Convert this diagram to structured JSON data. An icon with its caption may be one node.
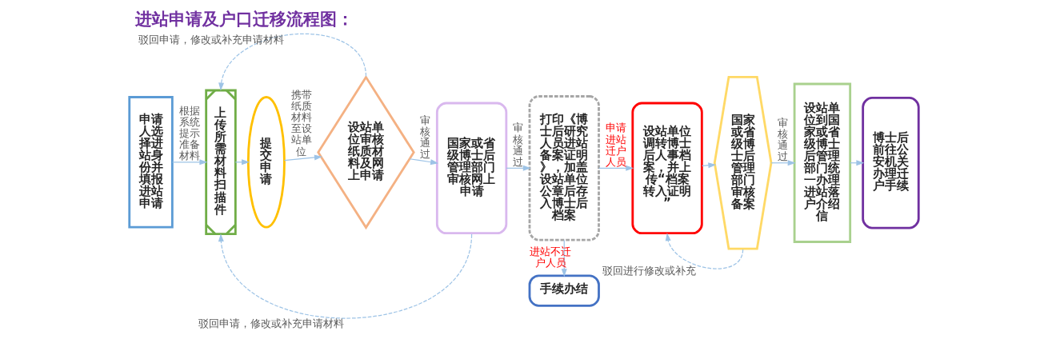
{
  "diagram": {
    "title": "进站申请及户口迁移流程图：",
    "nodes": [
      {
        "text": [
          "申请人选择进站身份并填报进站申请"
        ]
      },
      {
        "text": [
          "上传所需材料扫描件"
        ]
      },
      {
        "text": [
          "提交申请"
        ]
      },
      {
        "text": [
          "设站单位审核纸质材料及网上申请"
        ]
      },
      {
        "text": [
          "国家或省级博士后管理部门审核网上申请"
        ]
      },
      {
        "text": [
          "打印《博士后研究人员进站备案证明》，加盖设站单位公章后存入博士后档案"
        ]
      },
      {
        "text": [
          "设站单位调转博士后人事档案，并上传“档案转入证明”"
        ]
      },
      {
        "text": [
          "国家或省级博士后管理部门审核备案"
        ]
      },
      {
        "text": [
          "设站单位到国家或省级博士后管理部门统一办理进站落户介绍信"
        ]
      },
      {
        "text": [
          "博士后前往公安机关办理迁户手续"
        ]
      },
      {
        "text": [
          "手续办结"
        ]
      }
    ],
    "edges": [
      {
        "from": 0,
        "to": 1,
        "arrow": "to",
        "label": "根据系统提示准备材料"
      },
      {
        "from": 1,
        "to": 2,
        "arrow": "to"
      },
      {
        "from": 2,
        "to": 3,
        "arrow": "to",
        "label": "携带纸质材料至设站单位"
      },
      {
        "from": 3,
        "to": 4,
        "arrow": "to",
        "label": "审核通过"
      },
      {
        "from": 4,
        "to": 5,
        "arrow": "to",
        "label": "审核通过"
      },
      {
        "from": 5,
        "to": 6,
        "arrow": "to",
        "label": "申请进站迁户人员"
      },
      {
        "from": 6,
        "to": 7,
        "arrow": "to"
      },
      {
        "from": 7,
        "to": 8,
        "arrow": "to",
        "label": "审核通过"
      },
      {
        "from": 8,
        "to": 9,
        "arrow": "to"
      },
      {
        "from": 5,
        "to": 10,
        "arrow": "to",
        "label": "进站不迁户人员"
      },
      {
        "from": 3,
        "to": 1,
        "arrow": "to",
        "style": "dashed",
        "label": "驳回申请，修改或补充申请材料"
      },
      {
        "from": 4,
        "to": 1,
        "arrow": "to",
        "style": "dashed",
        "label": "驳回申请，修改或补充申请材料"
      },
      {
        "from": 7,
        "to": 6,
        "arrow": "to",
        "style": "dashed",
        "label": "驳回进行修改或补充"
      }
    ]
  }
}
